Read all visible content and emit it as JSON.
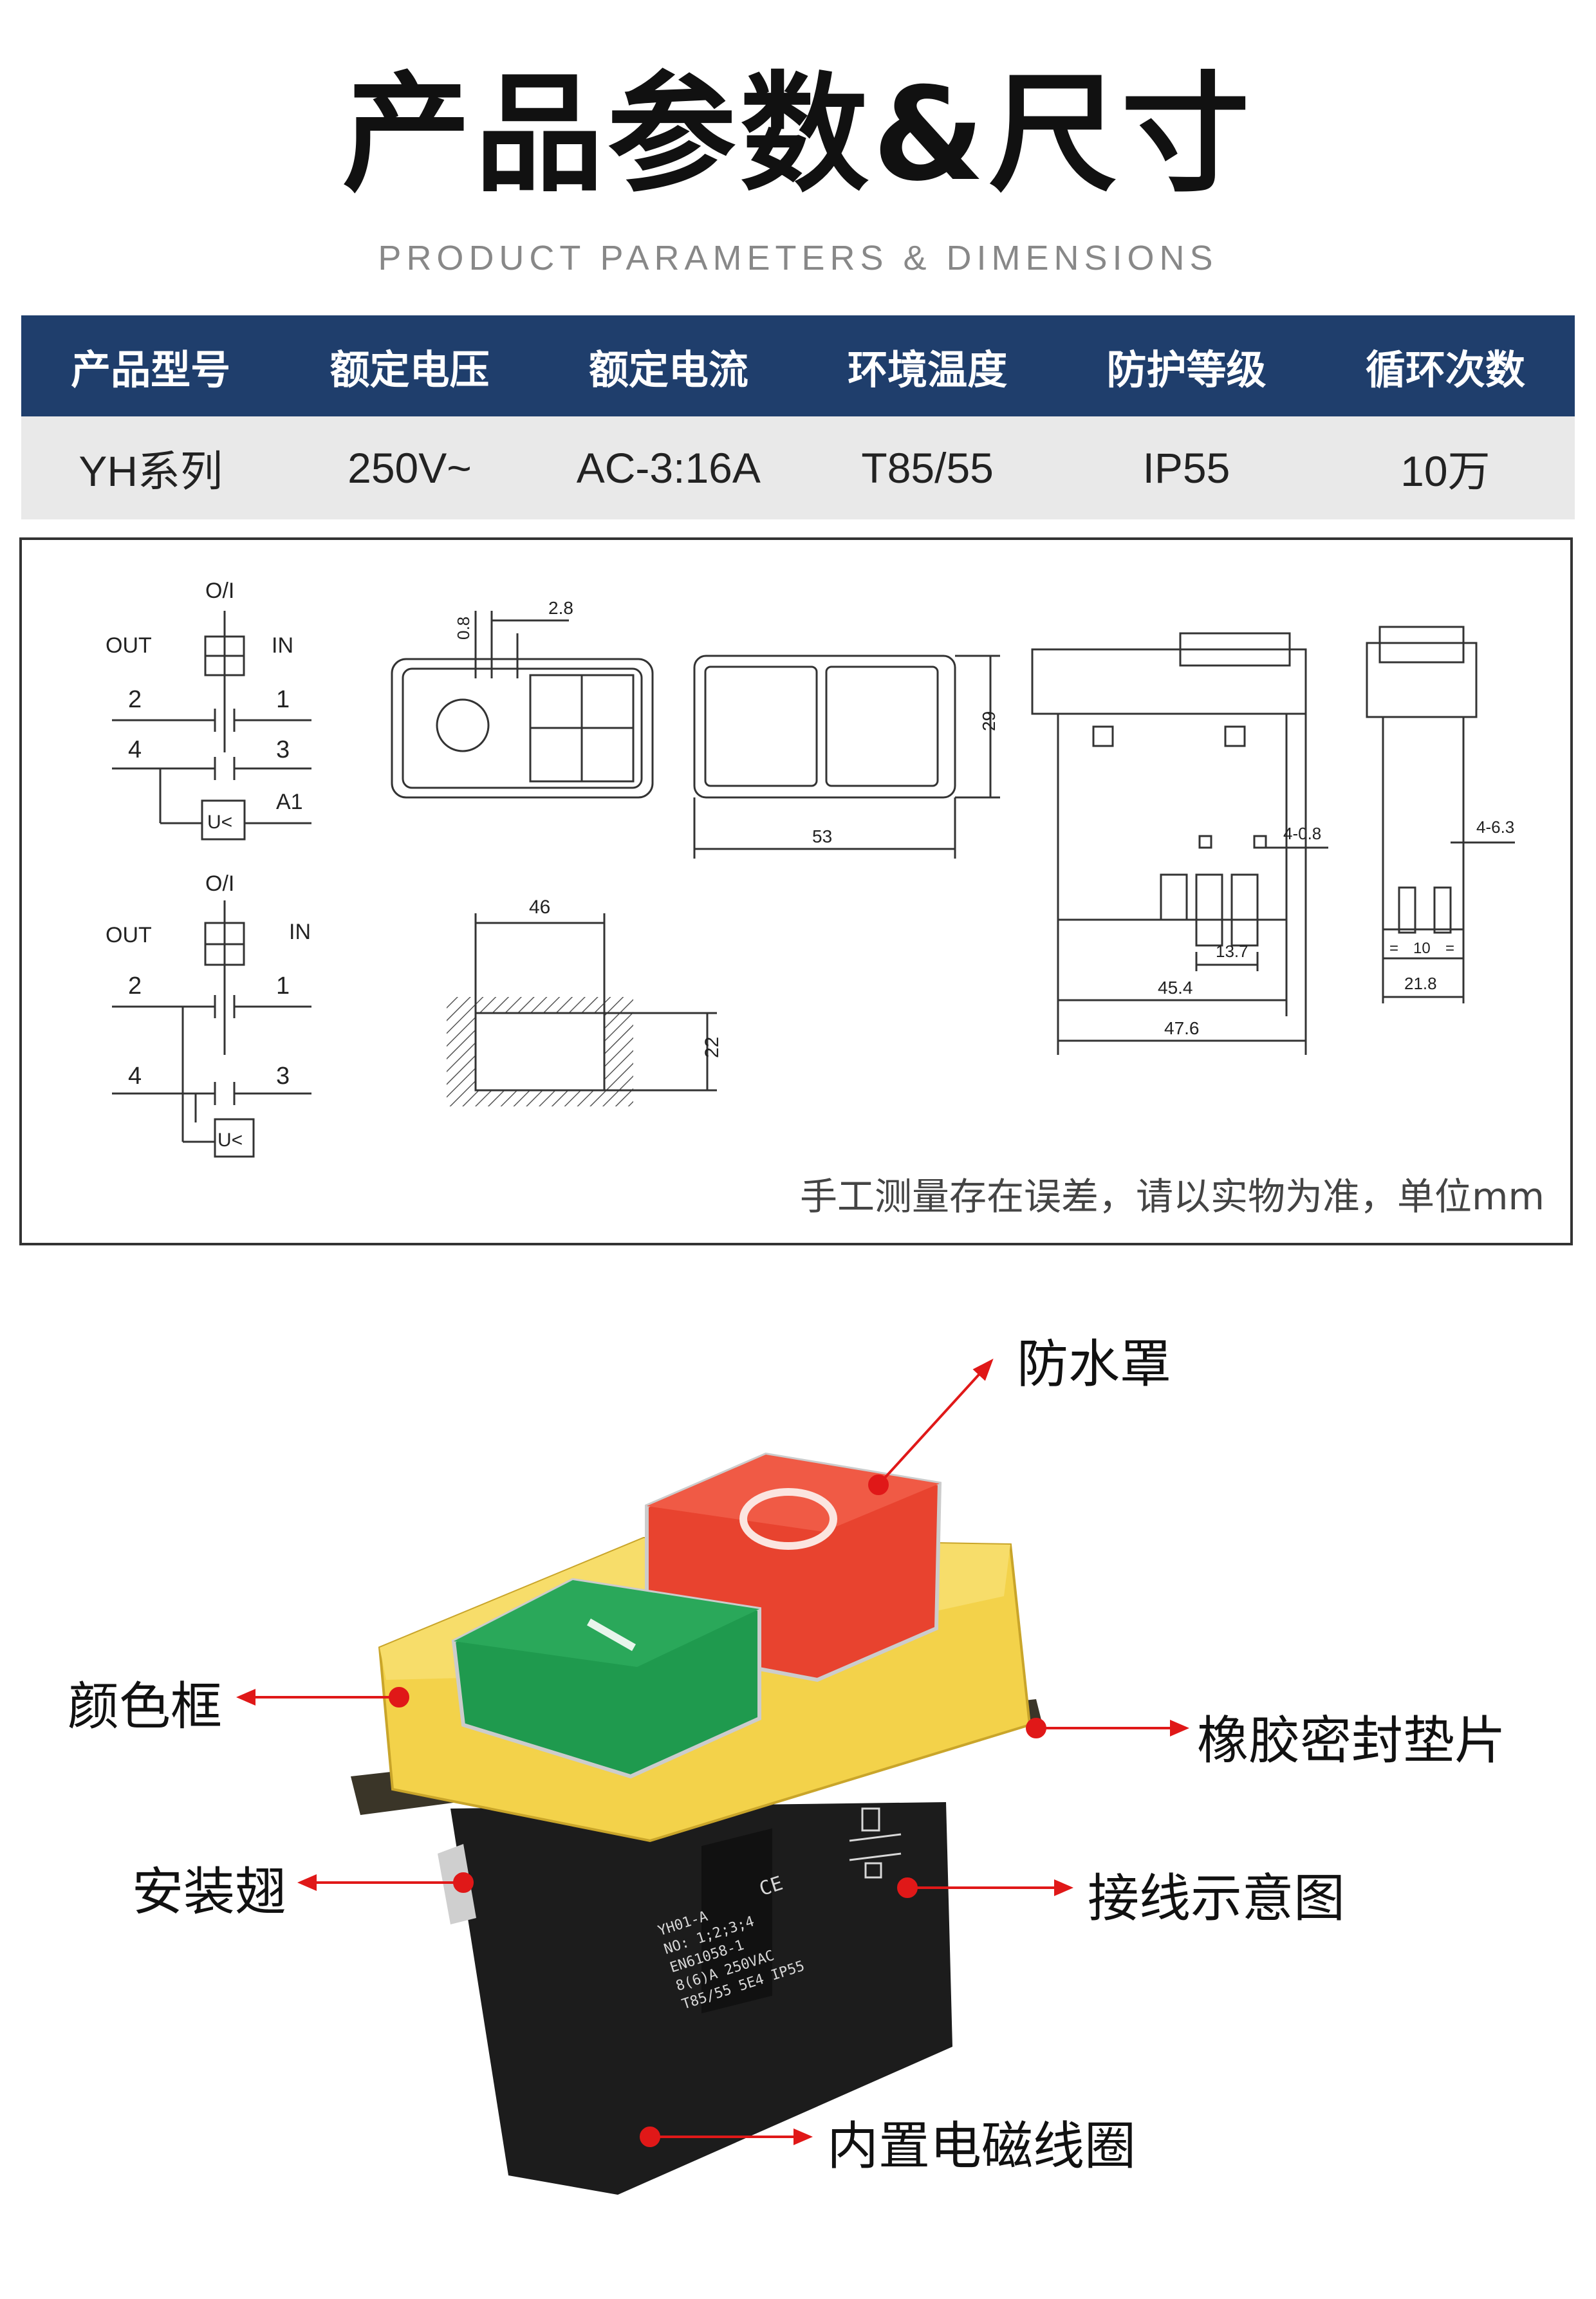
{
  "header": {
    "title": "产品参数&尺寸",
    "subtitle": "PRODUCT PARAMETERS & DIMENSIONS"
  },
  "spec_table": {
    "headers": [
      "产品型号",
      "额定电压",
      "额定电流",
      "环境温度",
      "防护等级",
      "循环次数"
    ],
    "values": [
      "YH系列",
      "250V~",
      "AC-3:16A",
      "T85/55",
      "IP55",
      "10万"
    ]
  },
  "drawing": {
    "wiring_top": {
      "oi": "O/I",
      "out": "OUT",
      "in": "IN",
      "t2": "2",
      "t1": "1",
      "t4": "4",
      "t3": "3",
      "a1": "A1",
      "coil": "U<"
    },
    "wiring_bottom": {
      "oi": "O/I",
      "out": "OUT",
      "in": "IN",
      "t2": "2",
      "t1": "1",
      "t4": "4",
      "t3": "3",
      "coil": "U<"
    },
    "dims": {
      "d_0_8": "0.8",
      "d_2_8": "2.8",
      "d_29": "29",
      "d_53": "53",
      "d_46": "46",
      "d_22": "22",
      "d_4_0_8": "4-0.8",
      "d_13_7": "13.7",
      "d_45_4": "45.4",
      "d_47_6": "47.6",
      "d_4_6_3": "4-6.3",
      "d_eq1": "=",
      "d_10": "10",
      "d_eq2": "=",
      "d_21_8": "21.8"
    },
    "note": "手工测量存在误差，请以实物为准，单位mm"
  },
  "callouts": {
    "waterproof_cover": "防水罩",
    "color_frame": "颜色框",
    "rubber_gasket": "橡胶密封垫片",
    "mounting_wing": "安装翅",
    "wiring_diagram": "接线示意图",
    "coil": "内置电磁线圈"
  },
  "product_label": {
    "model": "YH01-A",
    "line2": "NO: 1;2;3;4",
    "line3": "EN61058-1",
    "line4": "8(6)A 250VAC",
    "line5": "T85/55 5E4 IP55",
    "ce": "CE"
  },
  "colors": {
    "table_header": "#1f3e6c",
    "table_row": "#e9e9e9",
    "housing_yellow": "#f3d24a",
    "button_green": "#1f9a4e",
    "button_red": "#e8432f",
    "body_black": "#1c1c1c",
    "callout_red": "#e01818"
  }
}
